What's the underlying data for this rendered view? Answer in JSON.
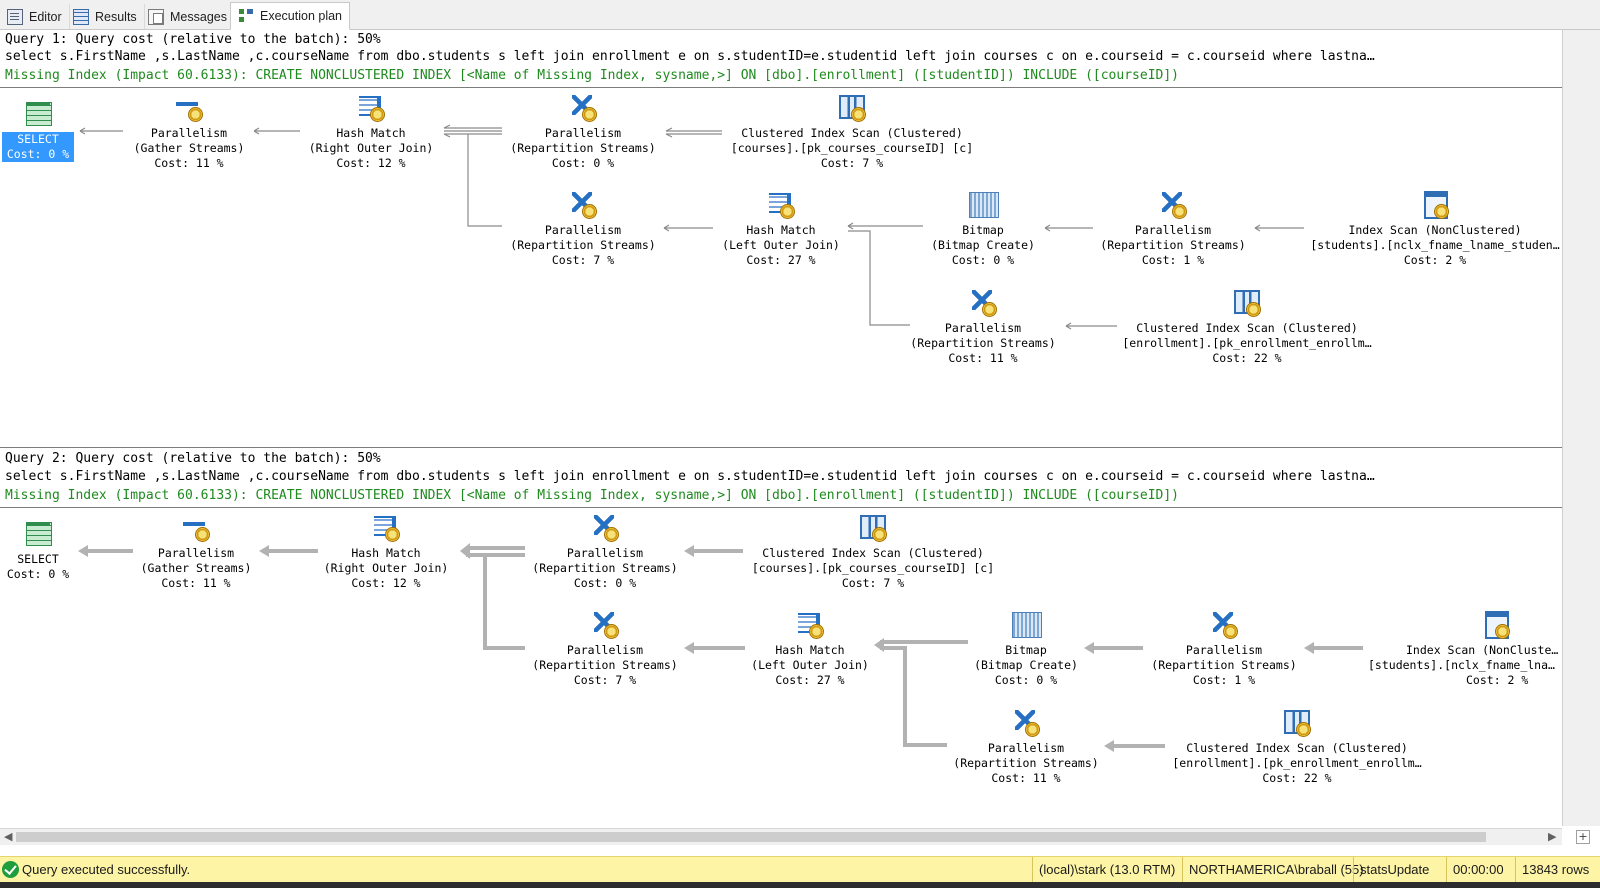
{
  "tabs": [
    {
      "label": "Editor",
      "icon": "editor-icon"
    },
    {
      "label": "Results",
      "icon": "grid-icon"
    },
    {
      "label": "Messages",
      "icon": "messages-icon"
    },
    {
      "label": "Execution plan",
      "icon": "execution-plan-icon"
    }
  ],
  "queries": [
    {
      "header": "Query 1: Query cost (relative to the batch): 50%",
      "sql": "select s.FirstName ,s.LastName ,c.courseName from dbo.students s left join enrollment e on s.studentID=e.studentid left join courses c on e.courseid = c.courseid where lastna…",
      "missing_index": "Missing Index (Impact 60.6133): CREATE NONCLUSTERED INDEX [<Name of Missing Index, sysname,>] ON [dbo].[enrollment] ([studentID]) INCLUDE ([courseID])"
    },
    {
      "header": "Query 2: Query cost (relative to the batch): 50%",
      "sql": "select s.FirstName ,s.LastName ,c.courseName from dbo.students s left join enrollment e on s.studentID=e.studentid left join courses c on e.courseid = c.courseid where lastna…",
      "missing_index": "Missing Index (Impact 60.6133): CREATE NONCLUSTERED INDEX [<Name of Missing Index, sysname,>] ON [dbo].[enrollment] ([studentID]) INCLUDE ([courseID])"
    }
  ],
  "plan1_nodes": [
    {
      "icon": "select-table-icon",
      "line1": "SELECT",
      "line2": "",
      "cost": "Cost: 0 %",
      "selected": true
    },
    {
      "icon": "gather-streams-icon",
      "line1": "Parallelism",
      "line2": "(Gather Streams)",
      "cost": "Cost: 11 %"
    },
    {
      "icon": "hash-match-icon",
      "line1": "Hash Match",
      "line2": "(Right Outer Join)",
      "cost": "Cost: 12 %"
    },
    {
      "icon": "repartition-streams-icon",
      "line1": "Parallelism",
      "line2": "(Repartition Streams)",
      "cost": "Cost: 0 %"
    },
    {
      "icon": "clustered-index-scan-icon",
      "line1": "Clustered Index Scan (Clustered)",
      "line2": "[courses].[pk_courses_courseID] [c]",
      "cost": "Cost: 7 %"
    },
    {
      "icon": "repartition-streams-icon",
      "line1": "Parallelism",
      "line2": "(Repartition Streams)",
      "cost": "Cost: 7 %"
    },
    {
      "icon": "hash-match-icon",
      "line1": "Hash Match",
      "line2": "(Left Outer Join)",
      "cost": "Cost: 27 %"
    },
    {
      "icon": "bitmap-icon",
      "line1": "Bitmap",
      "line2": "(Bitmap Create)",
      "cost": "Cost: 0 %"
    },
    {
      "icon": "repartition-streams-icon",
      "line1": "Parallelism",
      "line2": "(Repartition Streams)",
      "cost": "Cost: 1 %"
    },
    {
      "icon": "index-scan-icon",
      "line1": "Index Scan (NonClustered)",
      "line2": "[students].[nclx_fname_lname_studen…",
      "cost": "Cost: 2 %"
    },
    {
      "icon": "repartition-streams-icon",
      "line1": "Parallelism",
      "line2": "(Repartition Streams)",
      "cost": "Cost: 11 %"
    },
    {
      "icon": "clustered-index-scan-icon",
      "line1": "Clustered Index Scan (Clustered)",
      "line2": "[enrollment].[pk_enrollment_enrollm…",
      "cost": "Cost: 22 %"
    }
  ],
  "plan2_nodes": [
    {
      "icon": "select-table-icon",
      "line1": "SELECT",
      "line2": "",
      "cost": "Cost: 0 %",
      "selected": false
    },
    {
      "icon": "gather-streams-icon",
      "line1": "Parallelism",
      "line2": "(Gather Streams)",
      "cost": "Cost: 11 %"
    },
    {
      "icon": "hash-match-icon",
      "line1": "Hash Match",
      "line2": "(Right Outer Join)",
      "cost": "Cost: 12 %"
    },
    {
      "icon": "repartition-streams-icon",
      "line1": "Parallelism",
      "line2": "(Repartition Streams)",
      "cost": "Cost: 0 %"
    },
    {
      "icon": "clustered-index-scan-icon",
      "line1": "Clustered Index Scan (Clustered)",
      "line2": "[courses].[pk_courses_courseID] [c]",
      "cost": "Cost: 7 %"
    },
    {
      "icon": "repartition-streams-icon",
      "line1": "Parallelism",
      "line2": "(Repartition Streams)",
      "cost": "Cost: 7 %"
    },
    {
      "icon": "hash-match-icon",
      "line1": "Hash Match",
      "line2": "(Left Outer Join)",
      "cost": "Cost: 27 %"
    },
    {
      "icon": "bitmap-icon",
      "line1": "Bitmap",
      "line2": "(Bitmap Create)",
      "cost": "Cost: 0 %"
    },
    {
      "icon": "repartition-streams-icon",
      "line1": "Parallelism",
      "line2": "(Repartition Streams)",
      "cost": "Cost: 1 %"
    },
    {
      "icon": "index-scan-icon",
      "line1": "Index Scan (NonClustered)",
      "line2": "[students].[nclx_fname_lname_st",
      "cost": "Cost: 2 %"
    },
    {
      "icon": "repartition-streams-icon",
      "line1": "Parallelism",
      "line2": "(Repartition Streams)",
      "cost": "Cost: 11 %"
    },
    {
      "icon": "clustered-index-scan-icon",
      "line1": "Clustered Index Scan (Clustered)",
      "line2": "[enrollment].[pk_enrollment_enrollm…",
      "cost": "Cost: 22 %"
    }
  ],
  "status": {
    "message": "Query executed successfully.",
    "server": "(local)\\stark (13.0 RTM)",
    "user": "NORTHAMERICA\\braball (55)",
    "database": "statsUpdate",
    "elapsed": "00:00:00",
    "rows": "13843 rows"
  },
  "colors": {
    "selection": "#3399ff",
    "missing_index_text": "#1f8a1f",
    "status_bar": "#fdf4a6"
  }
}
